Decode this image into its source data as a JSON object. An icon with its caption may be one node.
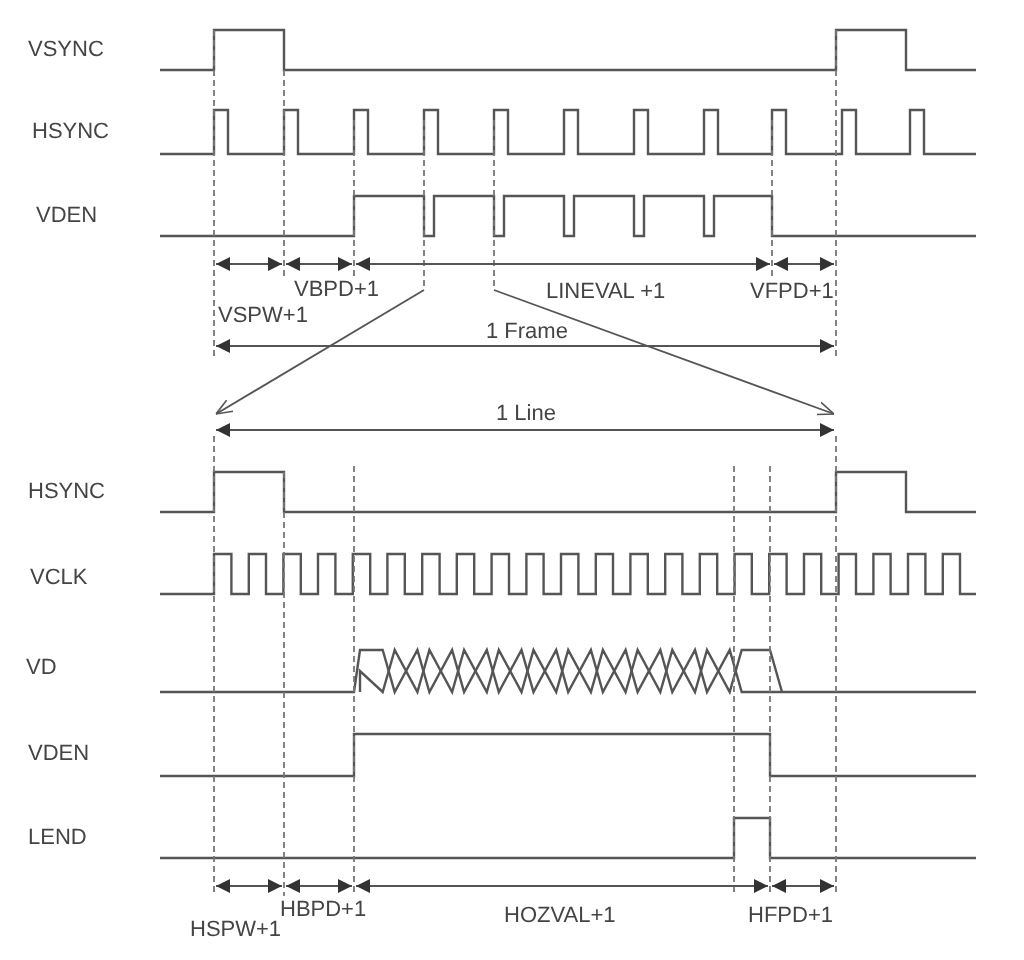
{
  "diagram": {
    "labels": [
      "VSYNC",
      "HSYNC",
      "VDEN",
      "VBPD+1",
      "LINEVAL +1",
      "VFPD+1",
      "VSPW+1",
      "1 Frame",
      "1 Line",
      "HSYNC",
      "VCLK",
      "VD",
      "VDEN",
      "LEND",
      "HBPD+1",
      "HOZVAL+1",
      "HFPD+1",
      "HSPW+1"
    ]
  }
}
